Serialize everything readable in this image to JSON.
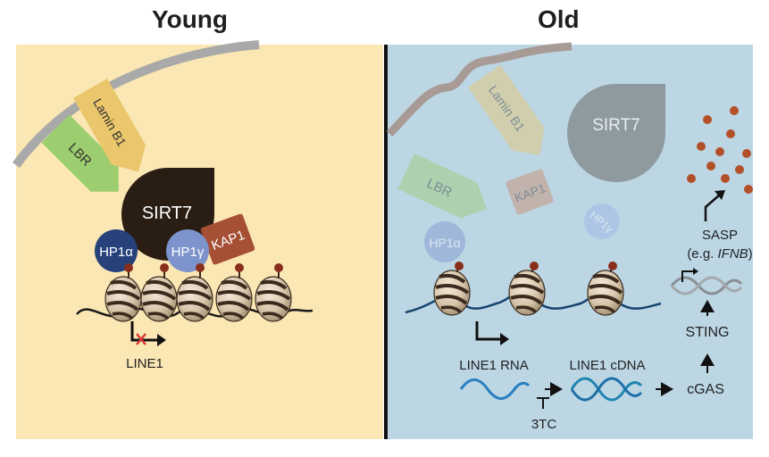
{
  "panels": {
    "young": {
      "title": "Young",
      "proteins": {
        "lbr": "LBR",
        "lamin_b1": "Lamin B1",
        "sirt7": "SIRT7",
        "hp1a": "HP1α",
        "hp1g": "HP1γ",
        "kap1": "KAP1"
      },
      "line1": "LINE1"
    },
    "old": {
      "title": "Old",
      "proteins": {
        "lbr": "LBR",
        "lamin_b1": "Lamin B1",
        "sirt7": "SIRT7",
        "hp1a": "HP1α",
        "hp1g": "HP1γ",
        "kap1": "KAP1"
      },
      "line1_rna": "LINE1 RNA",
      "line1_cdna": "LINE1 cDNA",
      "inhibitor": "3TC",
      "cgas": "cGAS",
      "sting": "STING",
      "sasp": "SASP",
      "sasp_example_prefix": "(e.g. ",
      "sasp_example_gene": "IFNB",
      "sasp_example_suffix": ")"
    }
  },
  "colors": {
    "young_bg": "#fbe7b4",
    "old_bg": "#bcd6e4",
    "sirt7": "#2a1d14",
    "lbr": "#9ccd6e",
    "lamin_b1": "#eac66c",
    "kap1": "#a54f35",
    "hp1a": "#27417b",
    "hp1g": "#7c93cc",
    "nuclear_envelope": "#a9a9a9",
    "sasp_dots": "#b2502a",
    "dna_blue": "#1c6fa8"
  }
}
